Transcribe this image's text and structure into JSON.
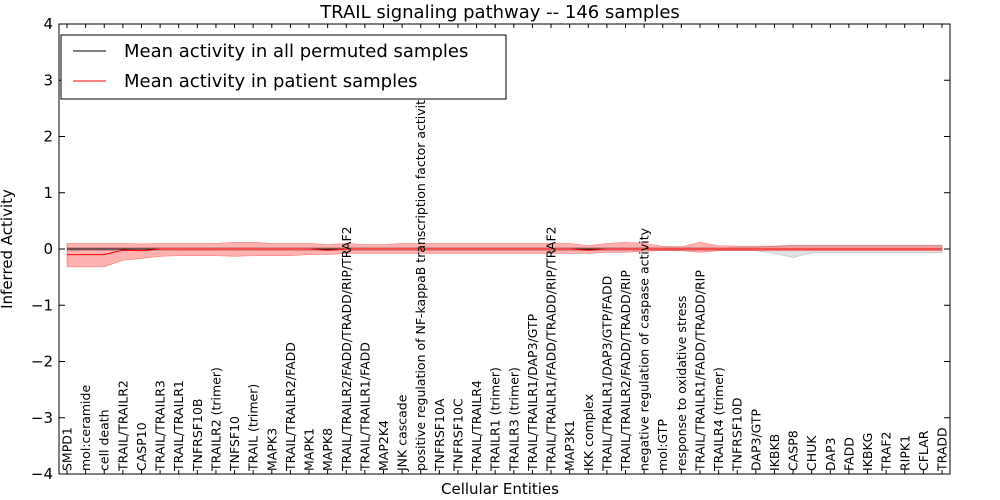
{
  "chart_data": {
    "type": "line",
    "title": "TRAIL signaling pathway -- 146 samples",
    "xlabel": "Cellular Entities",
    "ylabel": "Inferred Activity",
    "ylim": [
      -4,
      4
    ],
    "yticks": [
      -4,
      -3,
      -2,
      -1,
      0,
      1,
      2,
      3,
      4
    ],
    "ytick_labels": [
      "−4",
      "−3",
      "−2",
      "−1",
      "0",
      "1",
      "2",
      "3",
      "4"
    ],
    "legend_position": "top-left",
    "grid": false,
    "categories": [
      "SMPD1",
      "mol:ceramide",
      "cell death",
      "TRAIL/TRAILR2",
      "CASP10",
      "TRAIL/TRAILR3",
      "TRAIL/TRAILR1",
      "TNFRSF10B",
      "TRAILR2 (trimer)",
      "TNFSF10",
      "TRAIL (trimer)",
      "MAPK3",
      "TRAIL/TRAILR2/FADD",
      "MAPK1",
      "MAPK8",
      "TRAIL/TRAILR2/FADD/TRADD/RIP/TRAF2",
      "TRAIL/TRAILR1/FADD",
      "MAP2K4",
      "JNK cascade",
      "positive regulation of NF-kappaB transcription factor activity",
      "TNFRSF10A",
      "TNFRSF10C",
      "TRAIL/TRAILR4",
      "TRAILR1 (trimer)",
      "TRAILR3 (trimer)",
      "TRAIL/TRAILR1/DAP3/GTP",
      "TRAIL/TRAILR1/FADD/TRADD/RIP/TRAF2",
      "MAP3K1",
      "IKK complex",
      "TRAIL/TRAILR1/DAP3/GTP/FADD",
      "TRAIL/TRAILR2/FADD/TRADD/RIP",
      "negative regulation of caspase activity",
      "mol:GTP",
      "response to oxidative stress",
      "TRAIL/TRAILR1/FADD/TRADD/RIP",
      "TRAILR4 (trimer)",
      "TNFRSF10D",
      "DAP3/GTP",
      "IKBKB",
      "CASP8",
      "CHUK",
      "DAP3",
      "FADD",
      "IKBKG",
      "TRAF2",
      "RIPK1",
      "CFLAR",
      "TRADD"
    ],
    "series": [
      {
        "name": "Mean activity in all permuted samples",
        "color": "#000000",
        "values": [
          0.0,
          0.0,
          0.0,
          0.0,
          0.0,
          0.0,
          0.0,
          0.0,
          0.0,
          0.0,
          0.0,
          0.0,
          0.0,
          0.0,
          0.0,
          0.0,
          0.0,
          0.0,
          0.0,
          0.0,
          0.0,
          0.0,
          0.0,
          0.0,
          0.0,
          0.0,
          0.0,
          0.0,
          0.0,
          0.0,
          0.0,
          0.0,
          0.0,
          0.0,
          0.0,
          0.0,
          0.0,
          0.0,
          0.0,
          0.0,
          0.0,
          0.0,
          0.0,
          0.0,
          0.0,
          0.0,
          0.0,
          0.0
        ],
        "band_low": [
          -0.03,
          -0.03,
          -0.03,
          -0.03,
          -0.03,
          -0.03,
          -0.03,
          -0.03,
          -0.03,
          -0.03,
          -0.03,
          -0.03,
          -0.03,
          -0.03,
          -0.03,
          -0.03,
          -0.03,
          -0.03,
          -0.03,
          -0.03,
          -0.03,
          -0.03,
          -0.03,
          -0.03,
          -0.03,
          -0.03,
          -0.03,
          -0.03,
          -0.03,
          -0.03,
          -0.03,
          -0.03,
          -0.03,
          -0.03,
          -0.03,
          -0.03,
          -0.03,
          -0.03,
          -0.08,
          -0.15,
          -0.07,
          -0.07,
          -0.07,
          -0.07,
          -0.07,
          -0.07,
          -0.07,
          -0.07
        ],
        "band_high": [
          0.03,
          0.03,
          0.03,
          0.03,
          0.03,
          0.03,
          0.03,
          0.03,
          0.03,
          0.03,
          0.03,
          0.03,
          0.03,
          0.03,
          0.03,
          0.03,
          0.03,
          0.03,
          0.03,
          0.03,
          0.03,
          0.03,
          0.03,
          0.03,
          0.03,
          0.03,
          0.03,
          0.03,
          0.03,
          0.03,
          0.03,
          0.03,
          0.03,
          0.03,
          0.03,
          0.03,
          0.03,
          0.03,
          0.05,
          0.07,
          0.07,
          0.07,
          0.07,
          0.07,
          0.07,
          0.07,
          0.07,
          0.07
        ]
      },
      {
        "name": "Mean activity in patient samples",
        "color": "#ff0000",
        "values": [
          -0.1,
          -0.1,
          -0.1,
          -0.02,
          -0.03,
          0.0,
          0.0,
          0.0,
          0.0,
          0.0,
          0.0,
          0.0,
          0.0,
          0.0,
          -0.02,
          0.0,
          0.0,
          0.0,
          0.0,
          0.0,
          0.0,
          0.0,
          0.0,
          0.0,
          0.0,
          0.0,
          0.0,
          0.0,
          -0.02,
          0.0,
          0.0,
          0.0,
          0.0,
          0.0,
          0.0,
          0.0,
          0.0,
          0.0,
          0.0,
          0.0,
          0.0,
          0.0,
          0.0,
          0.0,
          0.0,
          0.0,
          0.0,
          0.0
        ],
        "band_low": [
          -0.32,
          -0.32,
          -0.32,
          -0.2,
          -0.17,
          -0.13,
          -0.12,
          -0.12,
          -0.12,
          -0.13,
          -0.12,
          -0.12,
          -0.12,
          -0.1,
          -0.1,
          -0.08,
          -0.08,
          -0.08,
          -0.08,
          -0.08,
          -0.08,
          -0.08,
          -0.08,
          -0.08,
          -0.08,
          -0.08,
          -0.08,
          -0.08,
          -0.08,
          -0.06,
          -0.06,
          -0.04,
          -0.03,
          -0.03,
          -0.06,
          -0.03,
          -0.03,
          -0.03,
          -0.03,
          -0.03,
          -0.03,
          -0.03,
          -0.03,
          -0.03,
          -0.03,
          -0.03,
          -0.03,
          -0.03
        ],
        "band_high": [
          0.1,
          0.1,
          0.1,
          0.1,
          0.09,
          0.1,
          0.1,
          0.1,
          0.1,
          0.12,
          0.12,
          0.1,
          0.1,
          0.1,
          0.08,
          0.1,
          0.08,
          0.08,
          0.1,
          0.1,
          0.1,
          0.1,
          0.1,
          0.1,
          0.1,
          0.1,
          0.1,
          0.1,
          0.06,
          0.1,
          0.12,
          0.1,
          0.05,
          0.04,
          0.12,
          0.06,
          0.05,
          0.05,
          0.05,
          0.06,
          0.06,
          0.06,
          0.06,
          0.06,
          0.06,
          0.06,
          0.06,
          0.06
        ]
      }
    ]
  }
}
